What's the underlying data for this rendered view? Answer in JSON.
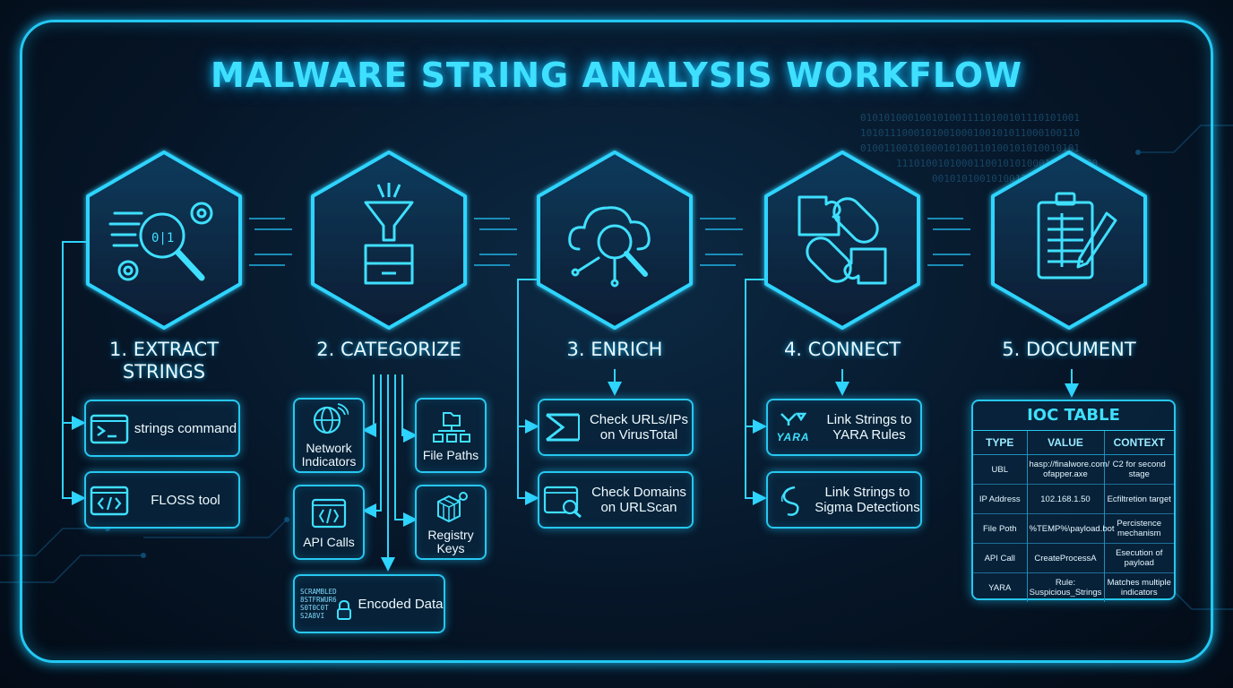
{
  "title": "MALWARE STRING ANALYSIS WORKFLOW",
  "stages": [
    {
      "number": "1.",
      "label": "EXTRACT STRINGS",
      "icon": "magnifier-gear-icon"
    },
    {
      "number": "2.",
      "label": "CATEGORIZE",
      "icon": "funnel-drawer-icon"
    },
    {
      "number": "3.",
      "label": "ENRICH",
      "icon": "cloud-search-icon"
    },
    {
      "number": "4.",
      "label": "CONNECT",
      "icon": "chain-puzzle-icon"
    },
    {
      "number": "5.",
      "label": "DOCUMENT",
      "icon": "clipboard-pencil-icon"
    }
  ],
  "extract": {
    "strings_cmd": "strings command",
    "floss": "FLOSS tool"
  },
  "categorize": {
    "network": "Network Indicators",
    "file_paths": "File Paths",
    "api_calls": "API Calls",
    "registry": "Registry Keys",
    "encoded": "Encoded Data",
    "encoded_sample": [
      "SCRAMBLED",
      "8STFRWUR6",
      "S0T0C0T",
      "S2A8VI"
    ]
  },
  "enrich": {
    "virustotal": "Check URLs/IPs on VirusTotal",
    "urlscan": "Check Domains on URLScan"
  },
  "connect": {
    "yara": "Link Strings to YARA Rules",
    "yara_logo": "YARA",
    "sigma": "Link Strings to Sigma Detections"
  },
  "ioc_table": {
    "title": "IOC TABLE",
    "headers": [
      "TYPE",
      "VALUE",
      "CONTEXT"
    ],
    "rows": [
      [
        "UBL",
        "hasp://finalwore.com/ ofapper.axe",
        "C2 for second stage"
      ],
      [
        "IP Address",
        "102.168.1.50",
        "Ecfiltretion target"
      ],
      [
        "File Poth",
        "%TEMP%\\payload.bot",
        "Percistence mechanism"
      ],
      [
        "API Call",
        "CreateProcessA",
        "Esecution of payload"
      ],
      [
        "YARA",
        "Rule: Suspicious_Strings",
        "Matches multiple indicators"
      ]
    ]
  },
  "colors": {
    "accent": "#3fe0ff",
    "line": "#23c8f2",
    "bg": "#061628"
  }
}
